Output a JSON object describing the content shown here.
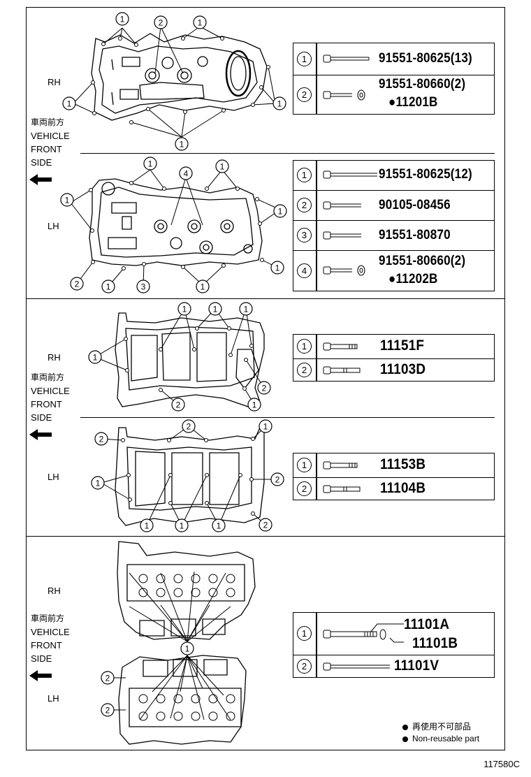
{
  "labels": {
    "rh": "RH",
    "lh": "LH"
  },
  "vehicle_front": {
    "jp": "車両前方",
    "line1": "VEHICLE",
    "line2": "FRONT",
    "line3": "SIDE"
  },
  "callouts": {
    "c1": "1",
    "c2": "2",
    "c3": "3",
    "c4": "4"
  },
  "section1": {
    "rh_table": [
      {
        "num": "1",
        "part": "91551-80625(13)"
      },
      {
        "num": "2",
        "part": "91551-80660(2)",
        "sub": "●11201B"
      }
    ],
    "lh_table": [
      {
        "num": "1",
        "part": "91551-80625(12)"
      },
      {
        "num": "2",
        "part": "90105-08456"
      },
      {
        "num": "3",
        "part": "91551-80870"
      },
      {
        "num": "4",
        "part": "91551-80660(2)",
        "sub": "●11202B"
      }
    ]
  },
  "section2": {
    "rh_table": [
      {
        "num": "1",
        "part": "11151F"
      },
      {
        "num": "2",
        "part": "11103D"
      }
    ],
    "lh_table": [
      {
        "num": "1",
        "part": "11153B"
      },
      {
        "num": "2",
        "part": "11104B"
      }
    ]
  },
  "section3": {
    "table": [
      {
        "num": "1",
        "part": "11101A",
        "sub": "11101B"
      },
      {
        "num": "2",
        "part": "11101V"
      }
    ]
  },
  "legend": {
    "jp": "再使用不可部品",
    "en": "Non-reusable part"
  },
  "figure_id": "117580C"
}
